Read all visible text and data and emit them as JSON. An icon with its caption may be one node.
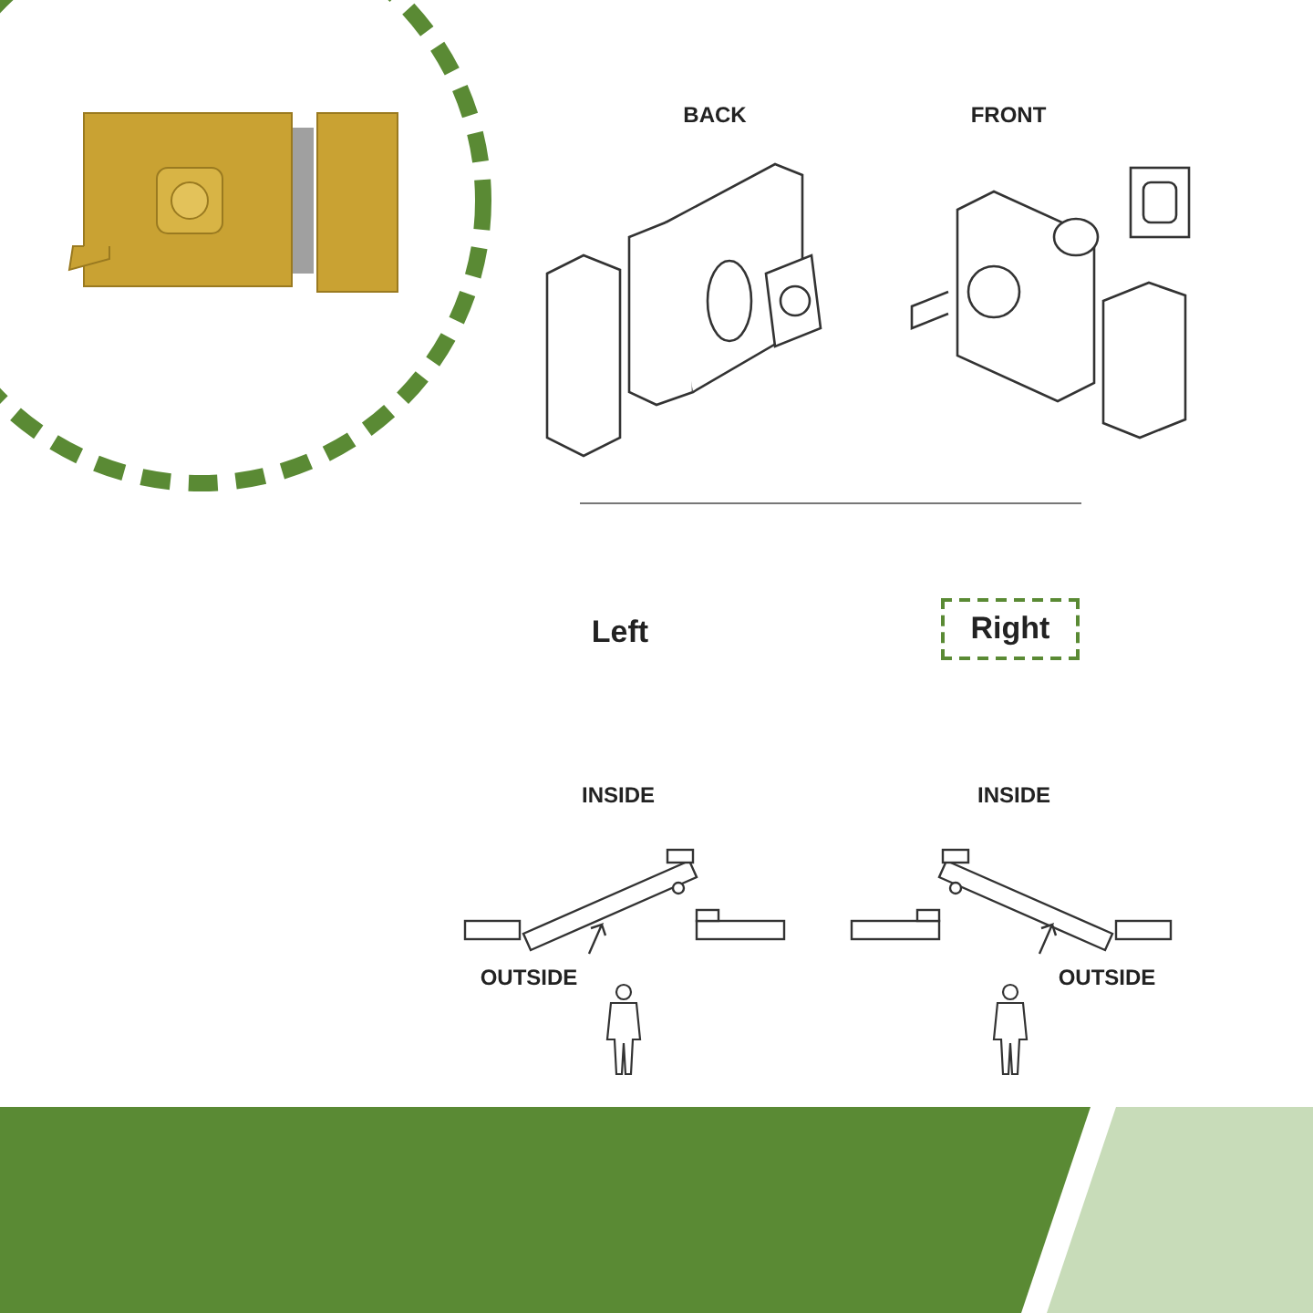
{
  "diagram": {
    "nodes": [
      {
        "text": [
          "Right"
        ]
      }
    ],
    "labels": [
      "BACK",
      "FRONT",
      "Left",
      "INSIDE",
      "INSIDE",
      "OUTSIDE",
      "OUTSIDE"
    ]
  }
}
